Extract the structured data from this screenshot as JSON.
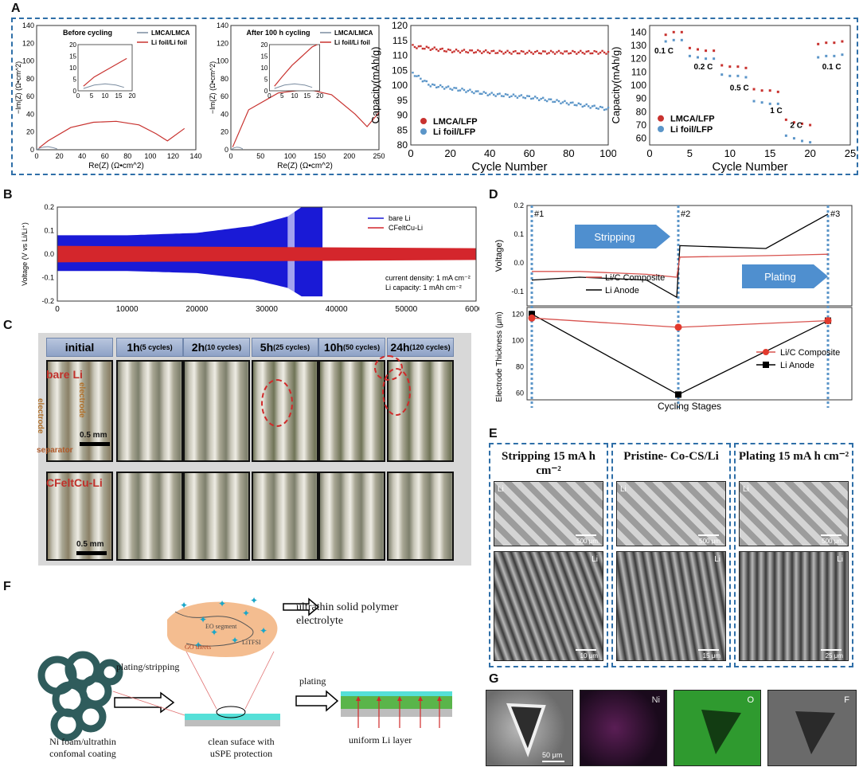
{
  "panels": {
    "A": "A",
    "B": "B",
    "C": "C",
    "D": "D",
    "E": "E",
    "F": "F",
    "G": "G"
  },
  "colors": {
    "red": "#c8322f",
    "blue": "#2f6fb4",
    "frame": "#2f6fa8",
    "rb_blue": "#1a1ad6"
  },
  "a1": {
    "title": "Before cycling",
    "ylabel": "−Im(Z) (Ω•cm^2)",
    "xlabel": "Re(Z) (Ω•cm^2)",
    "xticks": [
      "0",
      "20",
      "40",
      "60",
      "80",
      "100",
      "120",
      "140"
    ],
    "yticks": [
      "0",
      "20",
      "40",
      "60",
      "80",
      "100",
      "120",
      "140"
    ],
    "legend": [
      "LMCA/LMCA",
      "Li foil/Li foil"
    ],
    "inset_x": [
      "0",
      "5",
      "10",
      "15",
      "20"
    ],
    "inset_y": [
      "0",
      "5",
      "10",
      "15",
      "20"
    ],
    "chart_data": {
      "type": "line",
      "series": [
        {
          "name": "LMCA/LMCA",
          "x": [
            0,
            3,
            6,
            10,
            14,
            18
          ],
          "y": [
            0,
            2,
            3,
            3.5,
            2.5,
            1
          ]
        },
        {
          "name": "Li foil/Li foil",
          "x": [
            2,
            10,
            30,
            50,
            70,
            90,
            105,
            115,
            130
          ],
          "y": [
            2,
            10,
            25,
            31,
            32,
            28,
            18,
            10,
            24
          ]
        }
      ],
      "xlim": [
        0,
        140
      ],
      "ylim": [
        0,
        140
      ]
    }
  },
  "a2": {
    "title": "After 100 h cycling",
    "ylabel": "−Im(Z) (Ω•cm^2)",
    "xlabel": "Re(Z) (Ω•cm^2)",
    "xticks": [
      "0",
      "50",
      "100",
      "150",
      "200",
      "250"
    ],
    "yticks": [
      "0",
      "20",
      "40",
      "60",
      "80",
      "100",
      "120",
      "140"
    ],
    "legend": [
      "LMCA/LMCA",
      "Li foil/Li foil"
    ],
    "inset_x": [
      "0",
      "5",
      "10",
      "15",
      "20"
    ],
    "inset_y": [
      "0",
      "5",
      "10",
      "15",
      "20"
    ],
    "chart_data": {
      "type": "line",
      "series": [
        {
          "name": "LMCA/LMCA",
          "x": [
            0,
            5,
            10,
            15,
            20
          ],
          "y": [
            0,
            2,
            3,
            2.5,
            1
          ]
        },
        {
          "name": "Li foil/Li foil",
          "x": [
            3,
            30,
            80,
            130,
            170,
            210,
            230,
            250
          ],
          "y": [
            3,
            45,
            64,
            68,
            62,
            40,
            26,
            42
          ]
        }
      ],
      "xlim": [
        0,
        250
      ],
      "ylim": [
        0,
        140
      ]
    }
  },
  "a3": {
    "ylabel": "Capacity(mAh/g)",
    "xlabel": "Cycle Number",
    "xticks": [
      "0",
      "20",
      "40",
      "60",
      "80",
      "100"
    ],
    "yticks": [
      "80",
      "85",
      "90",
      "95",
      "100",
      "105",
      "110",
      "115",
      "120"
    ],
    "legend": [
      "LMCA/LFP",
      "Li foil/LFP"
    ],
    "chart_data": {
      "type": "scatter",
      "xlim": [
        0,
        100
      ],
      "ylim": [
        80,
        120
      ],
      "series": [
        {
          "name": "LMCA/LFP",
          "trend": [
            [
              1,
              113
            ],
            [
              20,
              111.5
            ],
            [
              50,
              111
            ],
            [
              80,
              111
            ],
            [
              100,
              111
            ]
          ]
        },
        {
          "name": "Li foil/LFP",
          "trend": [
            [
              1,
              104
            ],
            [
              10,
              100
            ],
            [
              20,
              99
            ],
            [
              40,
              97
            ],
            [
              60,
              96
            ],
            [
              80,
              94
            ],
            [
              100,
              92
            ]
          ]
        }
      ]
    }
  },
  "a4": {
    "ylabel": "Capacity(mAh/g)",
    "xlabel": "Cycle Number",
    "xticks": [
      "0",
      "5",
      "10",
      "15",
      "20",
      "25"
    ],
    "yticks": [
      "60",
      "70",
      "80",
      "90",
      "100",
      "110",
      "120",
      "130",
      "140"
    ],
    "legend": [
      "LMCA/LFP",
      "Li foil/LFP"
    ],
    "rates": [
      "0.1 C",
      "0.2 C",
      "0.5 C",
      "1 C",
      "2 C",
      "0.1 C"
    ],
    "chart_data": {
      "type": "scatter",
      "xlim": [
        0,
        25
      ],
      "ylim": [
        55,
        145
      ],
      "series": [
        {
          "name": "LMCA/LFP",
          "x": [
            2,
            3,
            4,
            5,
            6,
            7,
            8,
            9,
            10,
            11,
            12,
            13,
            14,
            15,
            16,
            17,
            18,
            19,
            20,
            21,
            22,
            23,
            24
          ],
          "y": [
            138,
            140,
            140,
            128,
            127,
            126,
            126,
            115,
            114,
            114,
            113,
            97,
            96,
            96,
            95,
            74,
            72,
            71,
            70,
            131,
            132,
            132,
            133
          ]
        },
        {
          "name": "Li foil/LFP",
          "x": [
            2,
            3,
            4,
            5,
            6,
            7,
            8,
            9,
            10,
            11,
            12,
            13,
            14,
            15,
            16,
            17,
            18,
            19,
            20,
            21,
            22,
            23,
            24
          ],
          "y": [
            133,
            134,
            134,
            122,
            121,
            120,
            120,
            108,
            107,
            107,
            106,
            88,
            87,
            86,
            86,
            62,
            60,
            58,
            57,
            121,
            122,
            122,
            123
          ]
        }
      ]
    }
  },
  "b": {
    "ylabel": "Voltage (V vs Li/Li⁺)",
    "xticks": [
      "0",
      "10000",
      "20000",
      "30000",
      "40000",
      "50000",
      "60000"
    ],
    "yticks": [
      "0.2",
      "0.1",
      "0.0",
      "-0.1",
      "-0.2"
    ],
    "legend": [
      "bare Li",
      "CFeltCu-Li"
    ],
    "note1": "current density: 1 mA cm⁻²",
    "note2": "Li capacity: 1 mAh cm⁻²",
    "chart_data": {
      "type": "area",
      "xlim": [
        0,
        60000
      ],
      "ylim": [
        -0.2,
        0.2
      ],
      "series": [
        {
          "name": "bare Li",
          "envelope": [
            [
              0,
              0.08
            ],
            [
              10000,
              0.08
            ],
            [
              20000,
              0.09
            ],
            [
              28000,
              0.12
            ],
            [
              33000,
              0.16
            ],
            [
              35000,
              0.2
            ],
            [
              38000,
              0.2
            ]
          ]
        },
        {
          "name": "CFeltCu-Li",
          "envelope": [
            [
              0,
              0.035
            ],
            [
              60000,
              0.025
            ]
          ]
        }
      ]
    }
  },
  "c": {
    "headers": [
      {
        "t": "initial",
        "s": ""
      },
      {
        "t": "1h",
        "s": "(5 cycles)"
      },
      {
        "t": "2h",
        "s": "(10 cycles)"
      },
      {
        "t": "5h",
        "s": "(25 cycles)"
      },
      {
        "t": "10h",
        "s": "(50 cycles)"
      },
      {
        "t": "24h",
        "s": "(120 cycles)"
      }
    ],
    "row1_label": "bare Li",
    "row2_label": "CFeltCu-Li",
    "electrode": "electrode",
    "separator": "separator",
    "scale": "0.5 mm"
  },
  "d": {
    "markers": [
      "#1",
      "#2",
      "#3"
    ],
    "top_ylabel": "Voltage)",
    "bottom_ylabel": "Electrode Thickness (μm)",
    "xlabel": "Cycling Stages",
    "stripping": "Stripping",
    "plating": "Plating",
    "top_yticks": [
      "0.2",
      "0.1",
      "0.0",
      "-0.1"
    ],
    "bottom_yticks": [
      "120",
      "100",
      "80",
      "60"
    ],
    "legend_top": [
      "Li/C Composite",
      "Li Anode"
    ],
    "legend_bottom": [
      "Li/C Composite",
      "Li Anode"
    ],
    "chart_data": [
      {
        "type": "line",
        "ylim": [
          -0.15,
          0.2
        ],
        "series": [
          {
            "name": "Li/C Composite",
            "y": [
              -0.03,
              -0.03,
              -0.04,
              -0.05,
              0.02,
              0.025,
              0.03
            ]
          },
          {
            "name": "Li Anode",
            "y": [
              -0.06,
              -0.05,
              -0.06,
              -0.12,
              0.06,
              0.05,
              0.17
            ]
          }
        ]
      },
      {
        "type": "line",
        "x": [
          "#1",
          "#2",
          "#3"
        ],
        "ylim": [
          55,
          125
        ],
        "series": [
          {
            "name": "Li/C Composite",
            "values": [
              117,
              110,
              115
            ]
          },
          {
            "name": "Li Anode",
            "values": [
              120,
              59,
              115
            ]
          }
        ]
      }
    ]
  },
  "e": {
    "cols": [
      {
        "title": "Stripping 15 mA h cm⁻²",
        "s1": "500 μm",
        "s2": "10 μm"
      },
      {
        "title": "Pristine- Co-CS/Li",
        "s1": "500 μm",
        "s2": "15 μm"
      },
      {
        "title": "Plating 15 mA h cm⁻²",
        "s1": "500 μm",
        "s2": "25 μm"
      }
    ],
    "li": "Li"
  },
  "f": {
    "eo": "EO segment",
    "litfsi": "LiTFSI",
    "go": "GO sheets",
    "arrow_label": "ultrathin solid polymer electrolyte",
    "ps": "plating/stripping",
    "plating": "plating",
    "foam1": "Ni foam/ultrathin",
    "foam2": "confomal coating",
    "clean1": "clean suface with",
    "clean2": "uSPE protection",
    "uniform": "uniform Li layer"
  },
  "g": {
    "labels": [
      "Ni",
      "O",
      "F"
    ],
    "scale": "50 μm"
  }
}
